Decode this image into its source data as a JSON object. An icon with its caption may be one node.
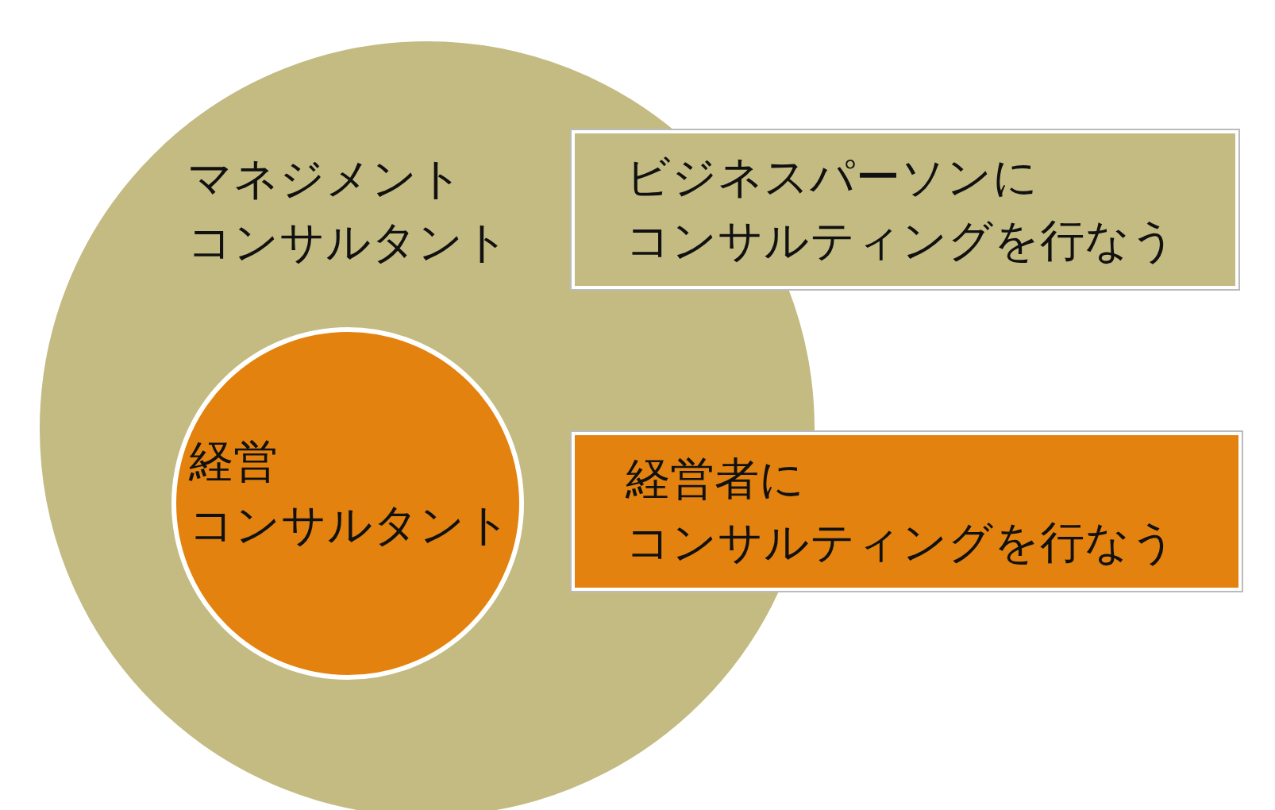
{
  "diagram": {
    "nodes": [
      {
        "text": [
          "マネジメントコンサルタント"
        ]
      },
      {
        "text": [
          "経営コンサルタント"
        ],
        "in": 0
      },
      {
        "text": [
          "ビジネスパーソンにコンサルティングを行なう"
        ]
      },
      {
        "text": [
          "経営者にコンサルティングを行なう"
        ]
      }
    ]
  }
}
